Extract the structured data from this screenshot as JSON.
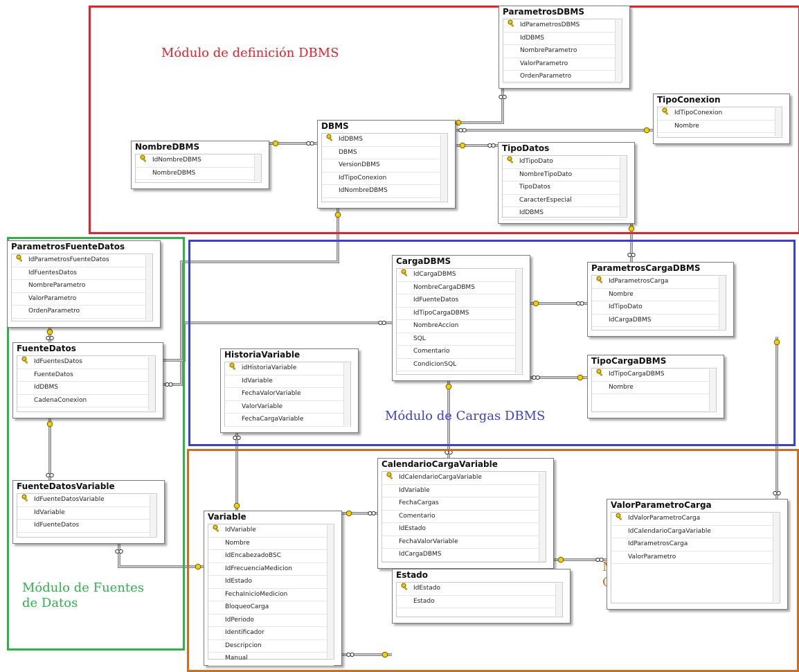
{
  "regions": [
    {
      "id": "dbms-def",
      "label": "Módulo de definición DBMS",
      "color": "#e8202a"
    },
    {
      "id": "cargas",
      "label": "Módulo de Cargas DBMS",
      "color": "#3a3fd6"
    },
    {
      "id": "fuentes",
      "label": "Módulo de Fuentes\nde Datos",
      "color": "#2eb24a"
    },
    {
      "id": "calendar",
      "label": "Módulo de\nCalendarización",
      "color": "#d06d1c"
    }
  ],
  "tables": [
    {
      "id": "ParametrosDBMS",
      "title": "ParametrosDBMS",
      "columns": [
        {
          "name": "IdParametrosDBMS",
          "pk": true
        },
        {
          "name": "IdDBMS"
        },
        {
          "name": "NombreParametro"
        },
        {
          "name": "ValorParametro"
        },
        {
          "name": "OrdenParametro"
        }
      ]
    },
    {
      "id": "TipoConexion",
      "title": "TipoConexion",
      "columns": [
        {
          "name": "IdTipoConexion",
          "pk": true
        },
        {
          "name": "Nombre"
        }
      ]
    },
    {
      "id": "NombreDBMS",
      "title": "NombreDBMS",
      "columns": [
        {
          "name": "IdNombreDBMS",
          "pk": true
        },
        {
          "name": "NombreDBMS"
        }
      ]
    },
    {
      "id": "DBMS",
      "title": "DBMS",
      "columns": [
        {
          "name": "IdDBMS",
          "pk": true
        },
        {
          "name": "DBMS"
        },
        {
          "name": "VersionDBMS"
        },
        {
          "name": "IdTipoConexion"
        },
        {
          "name": "IdNombreDBMS"
        }
      ]
    },
    {
      "id": "TipoDatos",
      "title": "TipoDatos",
      "columns": [
        {
          "name": "IdTipoDato",
          "pk": true
        },
        {
          "name": "NombreTipoDato"
        },
        {
          "name": "TipoDatos"
        },
        {
          "name": "CaracterEspecial"
        },
        {
          "name": "IdDBMS"
        }
      ]
    },
    {
      "id": "ParametrosFuenteDatos",
      "title": "ParametrosFuenteDatos",
      "columns": [
        {
          "name": "IdParametrosFuenteDatos",
          "pk": true
        },
        {
          "name": "IdFuentesDatos"
        },
        {
          "name": "NombreParametro"
        },
        {
          "name": "ValorParametro"
        },
        {
          "name": "OrdenParametro"
        }
      ]
    },
    {
      "id": "CargaDBMS",
      "title": "CargaDBMS",
      "columns": [
        {
          "name": "IdCargaDBMS",
          "pk": true
        },
        {
          "name": "NombreCargaDBMS"
        },
        {
          "name": "IdFuenteDatos"
        },
        {
          "name": "IdTipoCargaDBMS"
        },
        {
          "name": "NombreAccion"
        },
        {
          "name": "SQL"
        },
        {
          "name": "Comentario"
        },
        {
          "name": "CondicionSQL"
        }
      ]
    },
    {
      "id": "ParametrosCargaDBMS",
      "title": "ParametrosCargaDBMS",
      "columns": [
        {
          "name": "IdParametrosCarga",
          "pk": true
        },
        {
          "name": "Nombre"
        },
        {
          "name": "IdTipoDato"
        },
        {
          "name": "IdCargaDBMS"
        }
      ]
    },
    {
      "id": "FuenteDatos",
      "title": "FuenteDatos",
      "columns": [
        {
          "name": "IdFuentesDatos",
          "pk": true
        },
        {
          "name": "FuenteDatos"
        },
        {
          "name": "IdDBMS"
        },
        {
          "name": "CadenaConexion"
        }
      ]
    },
    {
      "id": "HistoriaVariable",
      "title": "HistoriaVariable",
      "columns": [
        {
          "name": "idHistoriaVariable",
          "pk": true
        },
        {
          "name": "IdVariable"
        },
        {
          "name": "FechaValorVariable"
        },
        {
          "name": "ValorVariable"
        },
        {
          "name": "FechaCargaVariable"
        }
      ]
    },
    {
      "id": "TipoCargaDBMS",
      "title": "TipoCargaDBMS",
      "columns": [
        {
          "name": "IdTipoCargaDBMS",
          "pk": true
        },
        {
          "name": "Nombre"
        }
      ]
    },
    {
      "id": "FuenteDatosVariable",
      "title": "FuenteDatosVariable",
      "columns": [
        {
          "name": "IdFuenteDatosVariable",
          "pk": true
        },
        {
          "name": "IdVariable"
        },
        {
          "name": "IdFuenteDatos"
        }
      ]
    },
    {
      "id": "CalendarioCargaVariable",
      "title": "CalendarioCargaVariable",
      "columns": [
        {
          "name": "IdCalendarioCargaVariable",
          "pk": true
        },
        {
          "name": "IdVariable"
        },
        {
          "name": "FechaCargas"
        },
        {
          "name": "Comentario"
        },
        {
          "name": "IdEstado"
        },
        {
          "name": "FechaValorVariable"
        },
        {
          "name": "IdCargaDBMS"
        }
      ]
    },
    {
      "id": "ValorParametroCarga",
      "title": "ValorParametroCarga",
      "columns": [
        {
          "name": "IdValorParametroCarga",
          "pk": true
        },
        {
          "name": "IdCalendarioCargaVariable"
        },
        {
          "name": "IdParametrosCarga"
        },
        {
          "name": "ValorParametro"
        }
      ]
    },
    {
      "id": "Variable",
      "title": "Variable",
      "columns": [
        {
          "name": "IdVariable",
          "pk": true
        },
        {
          "name": "Nombre"
        },
        {
          "name": "IdEncabezadoBSC"
        },
        {
          "name": "IdFrecuenciaMedicion"
        },
        {
          "name": "IdEstado"
        },
        {
          "name": "FechaInicioMedicion"
        },
        {
          "name": "BloqueoCarga"
        },
        {
          "name": "IdPeriodo"
        },
        {
          "name": "Identificador"
        },
        {
          "name": "Descripcion"
        },
        {
          "name": "Manual"
        }
      ]
    },
    {
      "id": "Estado",
      "title": "Estado",
      "columns": [
        {
          "name": "IdEstado",
          "pk": true
        },
        {
          "name": "Estado"
        }
      ]
    }
  ],
  "relationships": [
    {
      "from": "ParametrosDBMS",
      "to": "DBMS"
    },
    {
      "from": "DBMS",
      "to": "TipoConexion"
    },
    {
      "from": "DBMS",
      "to": "NombreDBMS"
    },
    {
      "from": "TipoDatos",
      "to": "DBMS"
    },
    {
      "from": "ParametrosCargaDBMS",
      "to": "TipoDatos"
    },
    {
      "from": "FuenteDatos",
      "to": "DBMS"
    },
    {
      "from": "ParametrosFuenteDatos",
      "to": "FuenteDatos"
    },
    {
      "from": "CargaDBMS",
      "to": "FuenteDatos"
    },
    {
      "from": "ParametrosCargaDBMS",
      "to": "CargaDBMS"
    },
    {
      "from": "CargaDBMS",
      "to": "TipoCargaDBMS"
    },
    {
      "from": "FuenteDatosVariable",
      "to": "FuenteDatos"
    },
    {
      "from": "FuenteDatosVariable",
      "to": "Variable"
    },
    {
      "from": "HistoriaVariable",
      "to": "Variable"
    },
    {
      "from": "CalendarioCargaVariable",
      "to": "Variable"
    },
    {
      "from": "CalendarioCargaVariable",
      "to": "CargaDBMS"
    },
    {
      "from": "CalendarioCargaVariable",
      "to": "Estado"
    },
    {
      "from": "Variable",
      "to": "Estado"
    },
    {
      "from": "ValorParametroCarga",
      "to": "CalendarioCargaVariable"
    },
    {
      "from": "ValorParametroCarga",
      "to": "ParametrosCargaDBMS"
    }
  ]
}
